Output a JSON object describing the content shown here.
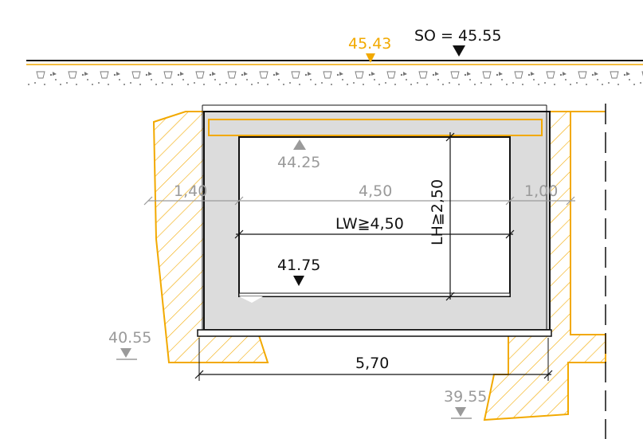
{
  "colors": {
    "orange": "#f2a900",
    "gray": "#9a9a9a",
    "black": "#111111",
    "concrete": "#dcdcdc",
    "hatch": "#f2a900"
  },
  "levels": {
    "so": "SO = 45.55",
    "existing_top": "45.43",
    "ceiling": "44.25",
    "floor": "41.75",
    "left_foundation": "40.55",
    "right_foundation": "39.55"
  },
  "dimensions": {
    "left_width": "1,40",
    "span": "4,50",
    "right_width": "1,00",
    "clear_width": "LW≧4,50",
    "clear_height": "LH≧2,50",
    "total_width": "5,70"
  },
  "icons": {
    "level_marker_filled": "triangle-down-icon",
    "level_marker_up": "triangle-up-icon"
  }
}
